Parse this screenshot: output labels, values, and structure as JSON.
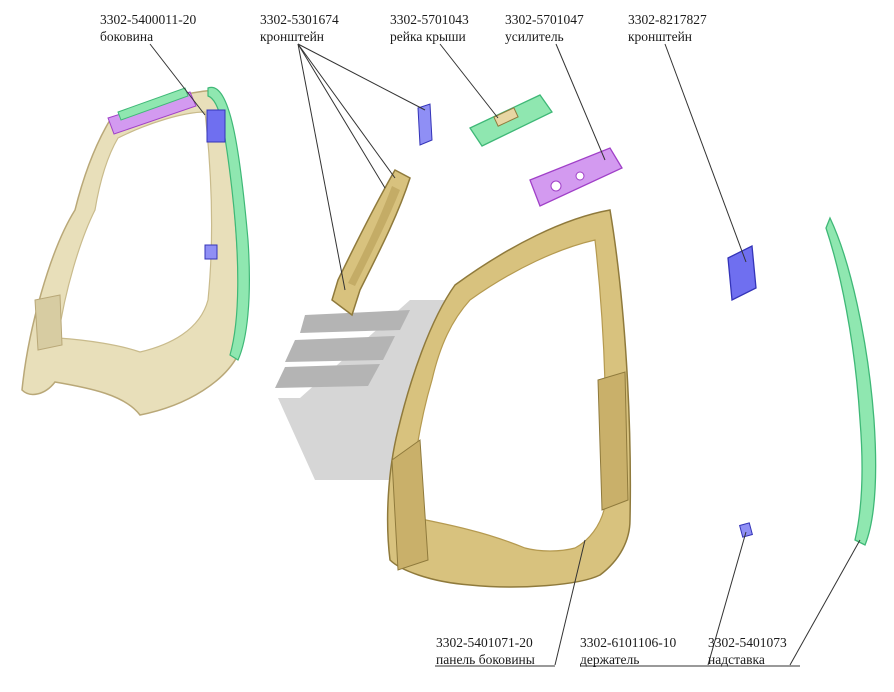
{
  "parts": [
    {
      "id": "side",
      "number": "3302-5400011-20",
      "name": "боковина"
    },
    {
      "id": "bracket1",
      "number": "3302-5301674",
      "name": "кронштейн"
    },
    {
      "id": "roofrail",
      "number": "3302-5701043",
      "name": "рейка крыши"
    },
    {
      "id": "reinforcement",
      "number": "3302-5701047",
      "name": "усилитель"
    },
    {
      "id": "bracket2",
      "number": "3302-8217827",
      "name": "кронштейн"
    },
    {
      "id": "sidepanel",
      "number": "3302-5401071-20",
      "name": "панель боковины"
    },
    {
      "id": "holder",
      "number": "3302-6101106-10",
      "name": "держатель"
    },
    {
      "id": "extension",
      "number": "3302-5401073",
      "name": "надставка"
    }
  ],
  "colors": {
    "beige": "#e6dcb4",
    "beige_dark": "#b9a878",
    "gold": "#d8c27e",
    "gold_dark": "#8f7a3c",
    "green": "#8fe7b0",
    "green_dark": "#3fb877",
    "purple": "#d39af0",
    "purple_dark": "#a040c8",
    "blue": "#6f6ff0",
    "blue_dark": "#3434b8",
    "watermark": "#c8c8c8",
    "line": "#333333"
  }
}
